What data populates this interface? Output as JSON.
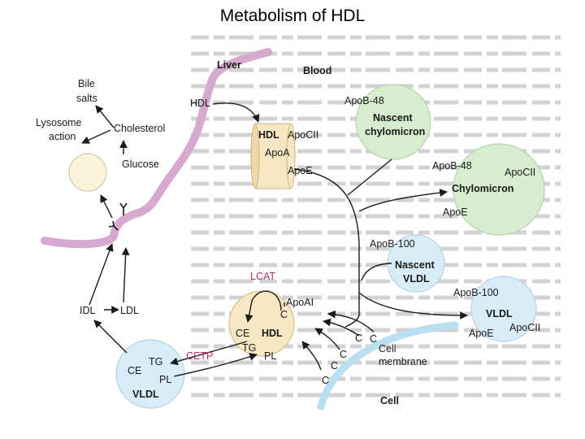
{
  "title": "Metabolism of HDL",
  "colors": {
    "membrane": "#d8a9cf",
    "liver_cell": "#fcf1dc",
    "hdl_fill": "#f7e8c4",
    "blue_particle": "#d8edf7",
    "green_particle": "#d6edd0",
    "cell_edge": "#b9dff0",
    "lcat_text": "#b0306e",
    "cetp_text": "#b0306e",
    "background_text": "#c8c8c8"
  },
  "labels": {
    "liver": "Liver",
    "blood": "Blood",
    "bile_salts_1": "Bile",
    "bile_salts_2": "salts",
    "lysosome_1": "Lysosome",
    "lysosome_2": "action",
    "cholesterol": "Cholesterol",
    "glucose": "Glucose",
    "hdl_enter": "HDL",
    "idl": "IDL",
    "ldl": "LDL",
    "hdl_top": "HDL",
    "apo_c2_top": "ApoCII",
    "apo_a_top": "ApoA",
    "apo_e_top": "ApoE",
    "apob48_nascent": "ApoB-48",
    "nascent_chylo_1": "Nascent",
    "nascent_chylo_2": "chylomicron",
    "apob48_chylo": "ApoB-48",
    "apo_c2_chylo": "ApoCII",
    "chylomicron": "Chylomicron",
    "apo_e_chylo": "ApoE",
    "apob100_nascent": "ApoB-100",
    "nascent_vldl_1": "Nascent",
    "nascent_vldl_2": "VLDL",
    "apob100_vldl": "ApoB-100",
    "vldl_right": "VLDL",
    "apo_e_vldl": "ApoE",
    "apo_c2_vldl": "ApoCII",
    "lcat": "LCAT",
    "apo_a1": "ApoAI",
    "c_lower": "C",
    "ce_hdl": "CE",
    "hdl_lower": "HDL",
    "tg_hdl": "TG",
    "pl_hdl": "PL",
    "cetp": "CETP",
    "tg_vldl": "TG",
    "ce_vldl": "CE",
    "pl_vldl": "PL",
    "vldl_lower": "VLDL",
    "c_1": "C",
    "c_2": "C",
    "c_3": "C",
    "c_4": "C",
    "c_5": "C",
    "cell_membrane_1": "Cell",
    "cell_membrane_2": "membrane",
    "cell": "Cell"
  }
}
